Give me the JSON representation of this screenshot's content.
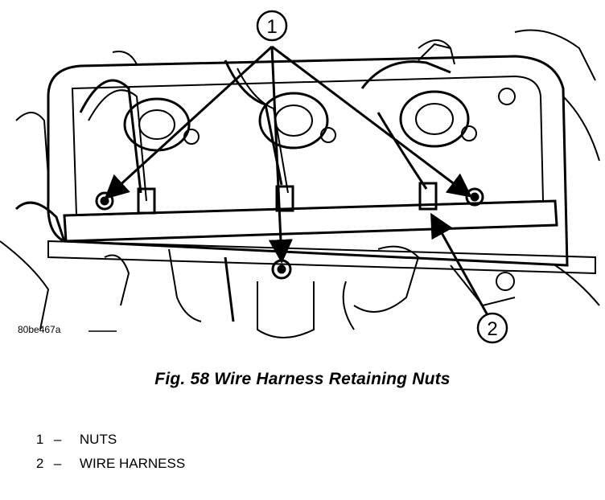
{
  "diagram": {
    "code": "80be467a",
    "callouts": [
      {
        "num": "1"
      },
      {
        "num": "2"
      }
    ]
  },
  "caption": "Fig. 58 Wire Harness Retaining Nuts",
  "legend": [
    {
      "num": "1",
      "dash": "–",
      "label": "NUTS"
    },
    {
      "num": "2",
      "dash": "–",
      "label": "WIRE HARNESS"
    }
  ]
}
